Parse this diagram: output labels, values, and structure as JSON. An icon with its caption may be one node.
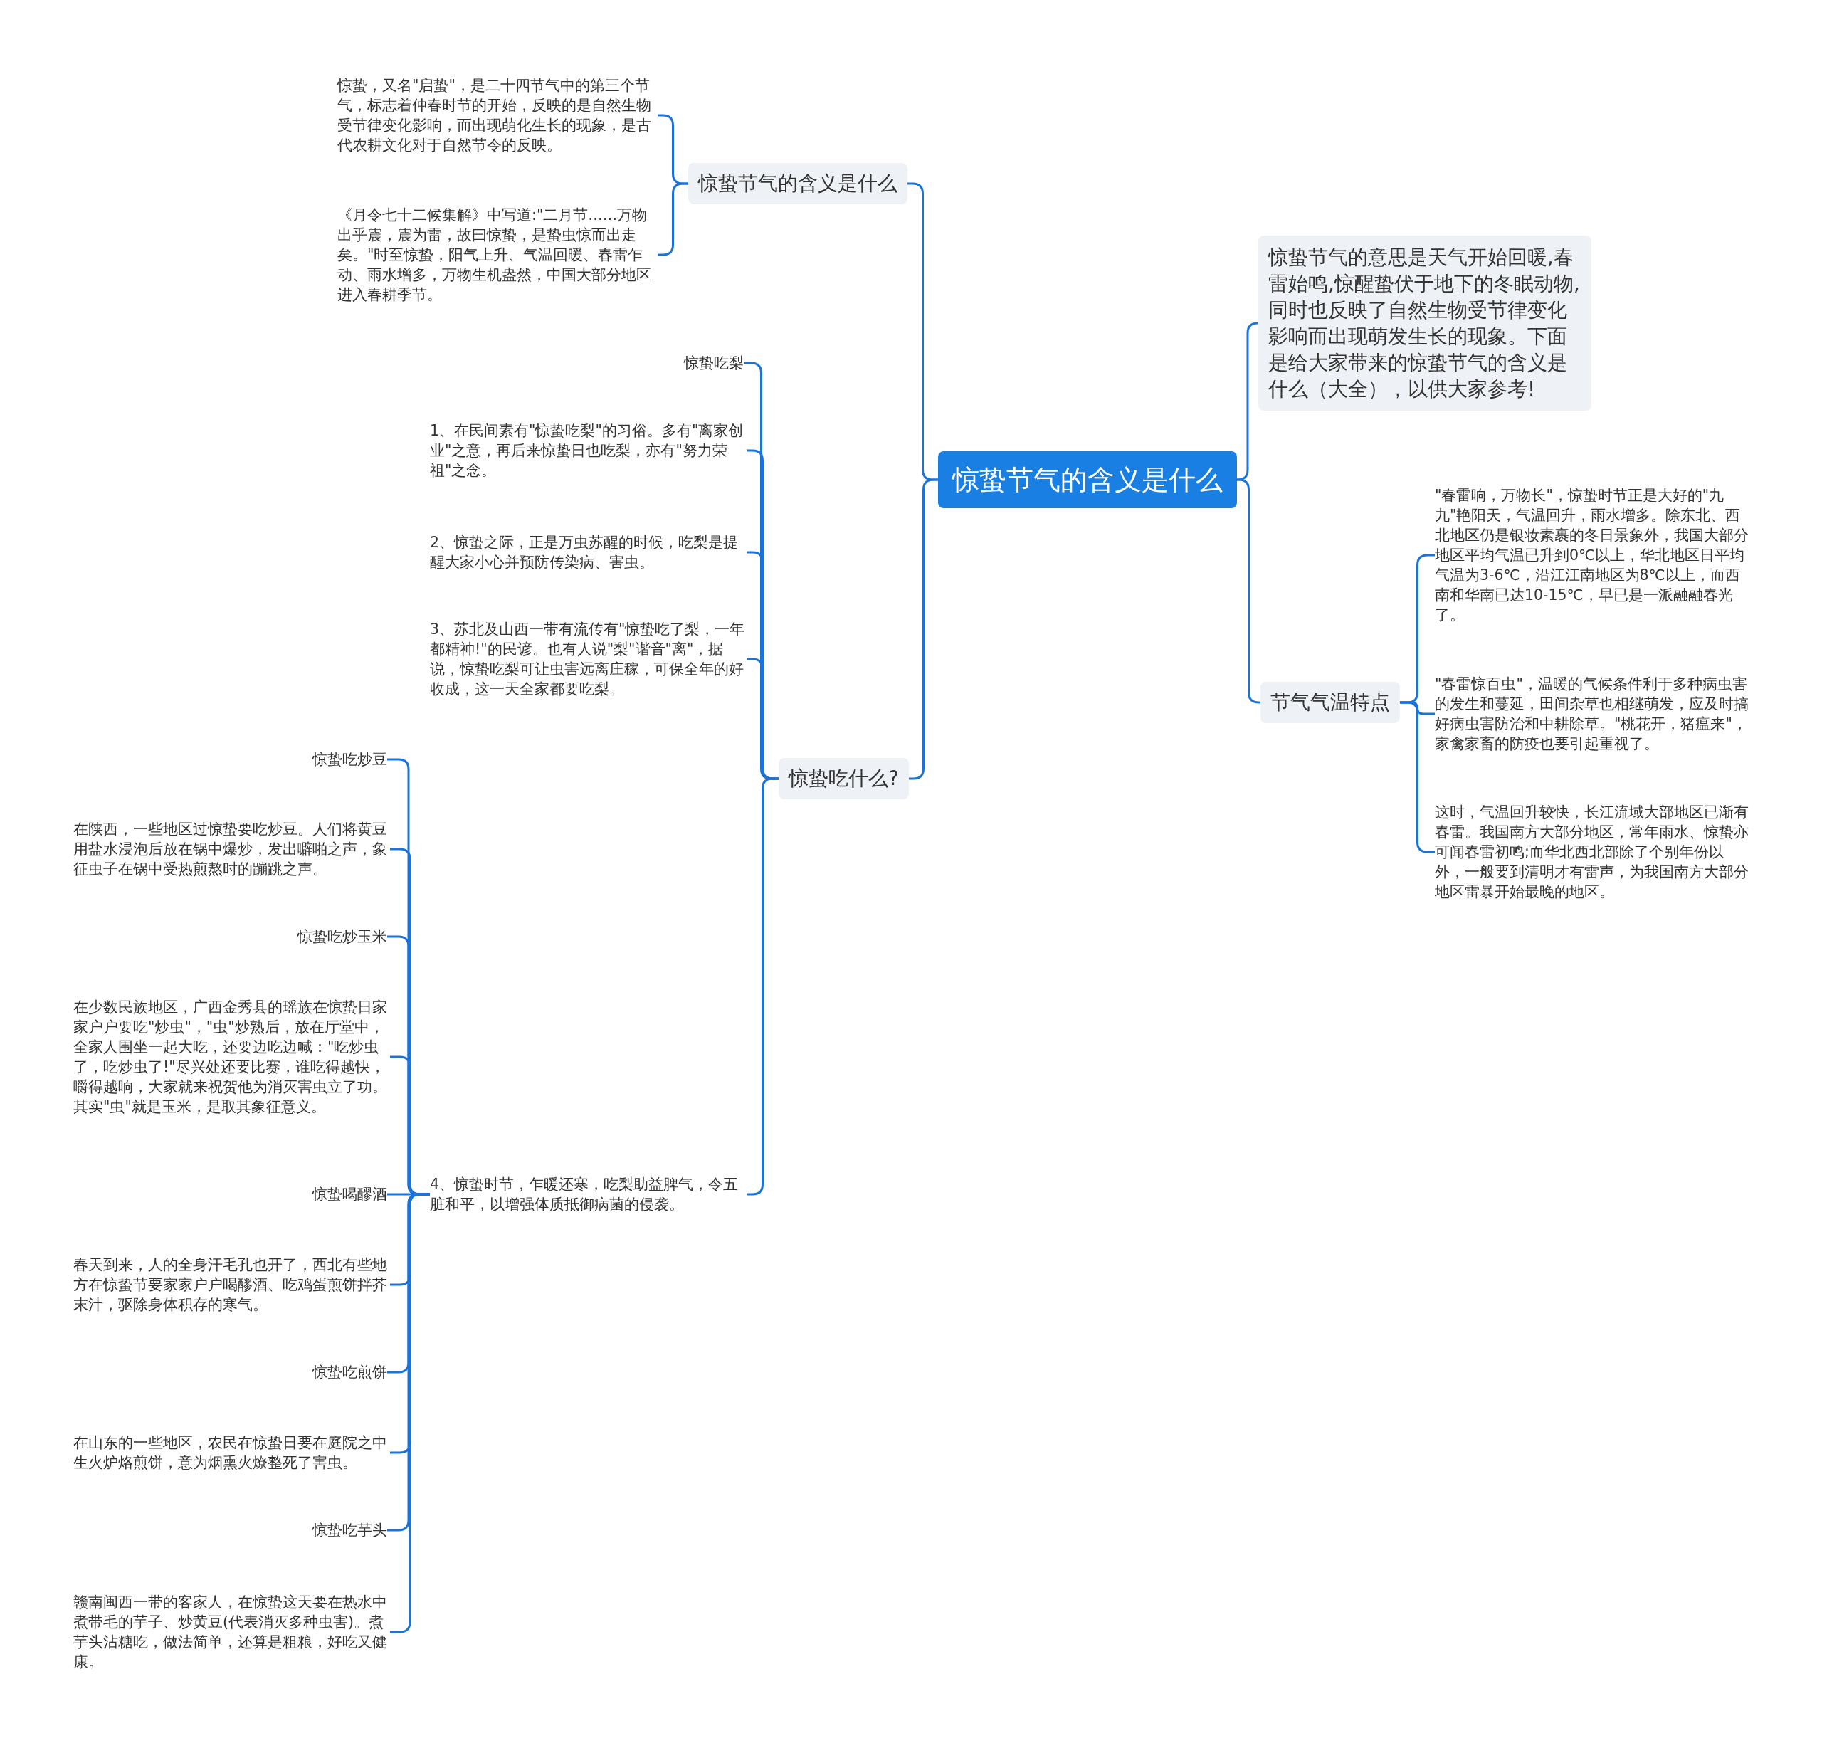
{
  "diagram": {
    "nodes": [
      {
        "text": [
          "惊蛰节气的含义是什么"
        ]
      },
      {
        "text": [
          "惊蛰节气的含义是什么"
        ]
      },
      {
        "text": [
          "惊蛰，又名\"启蛰\"，是二十四节气中的第三个节气，标志着仲春时节的开始，反映的是自然生物受节律变化影响，而出现萌化生长的现象，是古代农耕文化对于自然节令的反映。"
        ]
      },
      {
        "text": [
          "《月令七十二候集解》中写道:\"二月节……万物出乎震，震为雷，故曰惊蛰，是蛰虫惊而出走矣。\"时至惊蛰，阳气上升、气温回暖、春雷乍动、雨水增多，万物生机盎然，中国大部分地区进入春耕季节。"
        ]
      },
      {
        "text": [
          "惊蛰吃什么?"
        ]
      },
      {
        "text": [
          "惊蛰吃梨"
        ]
      },
      {
        "text": [
          "1、在民间素有\"惊蛰吃梨\"的习俗。多有\"离家创业\"之意，再后来惊蛰日也吃梨，亦有\"努力荣祖\"之念。"
        ]
      },
      {
        "text": [
          "2、惊蛰之际，正是万虫苏醒的时候，吃梨是提醒大家小心并预防传染病、害虫。"
        ]
      },
      {
        "text": [
          "3、苏北及山西一带有流传有\"惊蛰吃了梨，一年都精神!\"的民谚。也有人说\"梨\"谐音\"离\"，据说，惊蛰吃梨可让虫害远离庄稼，可保全年的好收成，这一天全家都要吃梨。"
        ]
      },
      {
        "text": [
          "4、惊蛰时节，乍暖还寒，吃梨助益脾气，令五脏和平，以增强体质抵御病菌的侵袭。"
        ]
      },
      {
        "text": [
          "惊蛰吃炒豆"
        ]
      },
      {
        "text": [
          "在陕西，一些地区过惊蛰要吃炒豆。人们将黄豆用盐水浸泡后放在锅中爆炒，发出噼啪之声，象征虫子在锅中受热煎熬时的蹦跳之声。"
        ]
      },
      {
        "text": [
          "惊蛰吃炒玉米"
        ]
      },
      {
        "text": [
          "在少数民族地区，广西金秀县的瑶族在惊蛰日家家户户要吃\"炒虫\"，\"虫\"炒熟后，放在厅堂中，全家人围坐一起大吃，还要边吃边喊：\"吃炒虫了，吃炒虫了!\"尽兴处还要比赛，谁吃得越快，嚼得越响，大家就来祝贺他为消灭害虫立了功。其实\"虫\"就是玉米，是取其象征意义。"
        ]
      },
      {
        "text": [
          "惊蛰喝醪酒"
        ]
      },
      {
        "text": [
          "春天到来，人的全身汗毛孔也开了，西北有些地方在惊蛰节要家家户户喝醪酒、吃鸡蛋煎饼拌芥末汁，驱除身体积存的寒气。"
        ]
      },
      {
        "text": [
          "惊蛰吃煎饼"
        ]
      },
      {
        "text": [
          "在山东的一些地区，农民在惊蛰日要在庭院之中生火炉烙煎饼，意为烟熏火燎整死了害虫。"
        ]
      },
      {
        "text": [
          "惊蛰吃芋头"
        ]
      },
      {
        "text": [
          "赣南闽西一带的客家人，在惊蛰这天要在热水中煮带毛的芋子、炒黄豆(代表消灭多种虫害)。煮芋头沾糖吃，做法简单，还算是粗粮，好吃又健康。"
        ]
      },
      {
        "text": [
          "惊蛰节气的意思是天气开始回暖,春雷始鸣,惊醒蛰伏于地下的冬眠动物,同时也反映了自然生物受节律变化影响而出现萌发生长的现象。下面是给大家带来的惊蛰节气的含义是什么（大全），以供大家参考!"
        ]
      },
      {
        "text": [
          "节气气温特点"
        ]
      },
      {
        "text": [
          "\"春雷响，万物长\"，惊蛰时节正是大好的\"九九\"艳阳天，气温回升，雨水增多。除东北、西北地区仍是银妆素裹的冬日景象外，我国大部分地区平均气温已升到0℃以上，华北地区日平均气温为3-6℃，沿江江南地区为8℃以上，而西南和华南已达10-15℃，早已是一派融融春光了。"
        ]
      },
      {
        "text": [
          "\"春雷惊百虫\"，温暖的气候条件利于多种病虫害的发生和蔓延，田间杂草也相继萌发，应及时搞好病虫害防治和中耕除草。\"桃花开，猪瘟来\"，家禽家畜的防疫也要引起重视了。"
        ]
      },
      {
        "text": [
          "这时，气温回升较快，长江流域大部地区已渐有春雷。我国南方大部分地区，常年雨水、惊蛰亦可闻春雷初鸣;而华北西北部除了个别年份以外，一般要到清明才有雷声，为我国南方大部分地区雷暴开始最晚的地区。"
        ]
      }
    ],
    "edges": [
      {
        "from": 0,
        "to": 1,
        "arrow": "none"
      },
      {
        "from": 0,
        "to": 4,
        "arrow": "none"
      },
      {
        "from": 0,
        "to": 20,
        "arrow": "none"
      },
      {
        "from": 0,
        "to": 21,
        "arrow": "none"
      },
      {
        "from": 1,
        "to": 2,
        "arrow": "none"
      },
      {
        "from": 1,
        "to": 3,
        "arrow": "none"
      },
      {
        "from": 4,
        "to": 5,
        "arrow": "none"
      },
      {
        "from": 4,
        "to": 6,
        "arrow": "none"
      },
      {
        "from": 4,
        "to": 7,
        "arrow": "none"
      },
      {
        "from": 4,
        "to": 8,
        "arrow": "none"
      },
      {
        "from": 4,
        "to": 9,
        "arrow": "none"
      },
      {
        "from": 9,
        "to": 10,
        "arrow": "none"
      },
      {
        "from": 9,
        "to": 11,
        "arrow": "none"
      },
      {
        "from": 9,
        "to": 12,
        "arrow": "none"
      },
      {
        "from": 9,
        "to": 13,
        "arrow": "none"
      },
      {
        "from": 9,
        "to": 14,
        "arrow": "none"
      },
      {
        "from": 9,
        "to": 15,
        "arrow": "none"
      },
      {
        "from": 9,
        "to": 16,
        "arrow": "none"
      },
      {
        "from": 9,
        "to": 17,
        "arrow": "none"
      },
      {
        "from": 9,
        "to": 18,
        "arrow": "none"
      },
      {
        "from": 9,
        "to": 19,
        "arrow": "none"
      },
      {
        "from": 21,
        "to": 22,
        "arrow": "none"
      },
      {
        "from": 21,
        "to": 23,
        "arrow": "none"
      },
      {
        "from": 21,
        "to": 24,
        "arrow": "none"
      }
    ]
  }
}
